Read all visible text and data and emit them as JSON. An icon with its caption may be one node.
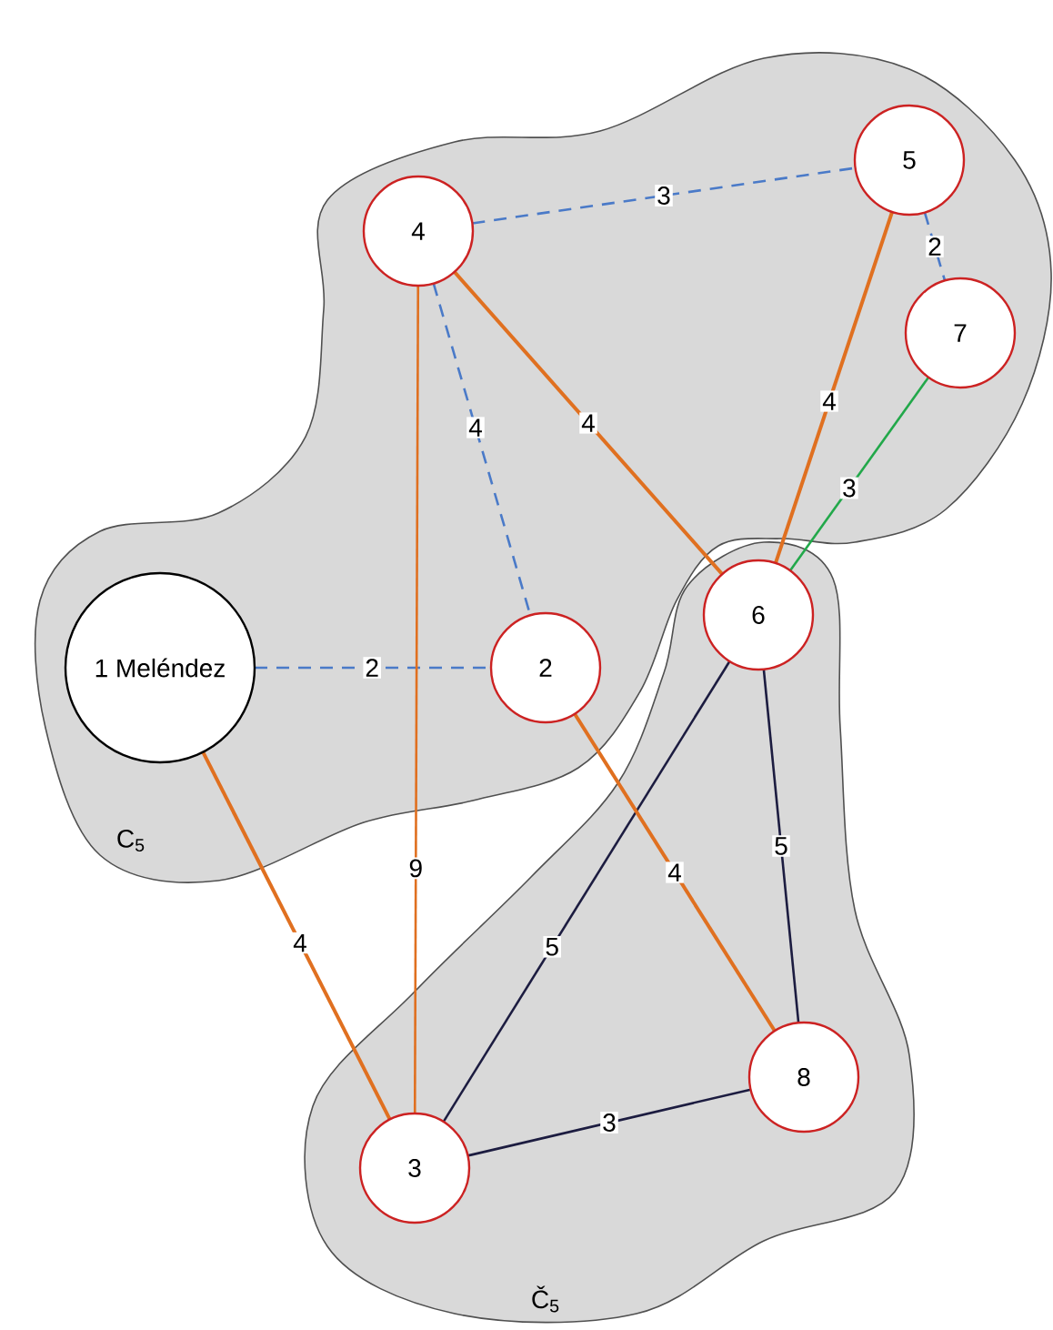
{
  "diagram": {
    "nodes": [
      {
        "text": [
          "C$_{5}$"
        ]
      },
      {
        "text": [
          "1 Meléndez"
        ],
        "in": 0
      },
      {
        "text": [
          "2"
        ],
        "in": 0
      },
      {
        "text": [
          "4"
        ],
        "in": 0
      },
      {
        "text": [
          "5"
        ],
        "in": 0
      },
      {
        "text": [
          "7"
        ],
        "in": 0
      },
      {
        "text": [
          "Č$_{5}$"
        ]
      },
      {
        "text": [
          "6"
        ],
        "in": 6
      },
      {
        "text": [
          "3"
        ],
        "in": 6
      },
      {
        "text": [
          "8"
        ],
        "in": 6
      }
    ],
    "edges": [
      {
        "from": 3,
        "to": 4,
        "arrow": "none",
        "label": "3",
        "style": "dashed",
        "color": "#4a7ac8"
      },
      {
        "from": 4,
        "to": 5,
        "arrow": "none",
        "label": "2",
        "style": "dashed",
        "color": "#4a7ac8"
      },
      {
        "from": 3,
        "to": 2,
        "arrow": "none",
        "label": "4",
        "style": "dashed",
        "color": "#4a7ac8"
      },
      {
        "from": 3,
        "to": 7,
        "arrow": "none",
        "label": "4"
      },
      {
        "from": 4,
        "to": 7,
        "arrow": "none",
        "label": "4"
      },
      {
        "from": 5,
        "to": 7,
        "arrow": "none",
        "label": "3",
        "color": "#22a84a"
      },
      {
        "from": 1,
        "to": 2,
        "arrow": "none",
        "label": "2",
        "style": "dashed",
        "color": "#4a7ac8"
      },
      {
        "from": 3,
        "to": 8,
        "arrow": "none",
        "label": "9"
      },
      {
        "from": 7,
        "to": 8,
        "arrow": "none",
        "label": "5",
        "color": "#1c1c40"
      },
      {
        "from": 7,
        "to": 9,
        "arrow": "none",
        "label": "5",
        "color": "#1c1c40"
      },
      {
        "from": 2,
        "to": 9,
        "arrow": "none",
        "label": "4"
      },
      {
        "from": 1,
        "to": 8,
        "arrow": "none",
        "label": "4"
      },
      {
        "from": 8,
        "to": 9,
        "arrow": "none",
        "label": "3",
        "color": "#1c1c40"
      }
    ]
  }
}
